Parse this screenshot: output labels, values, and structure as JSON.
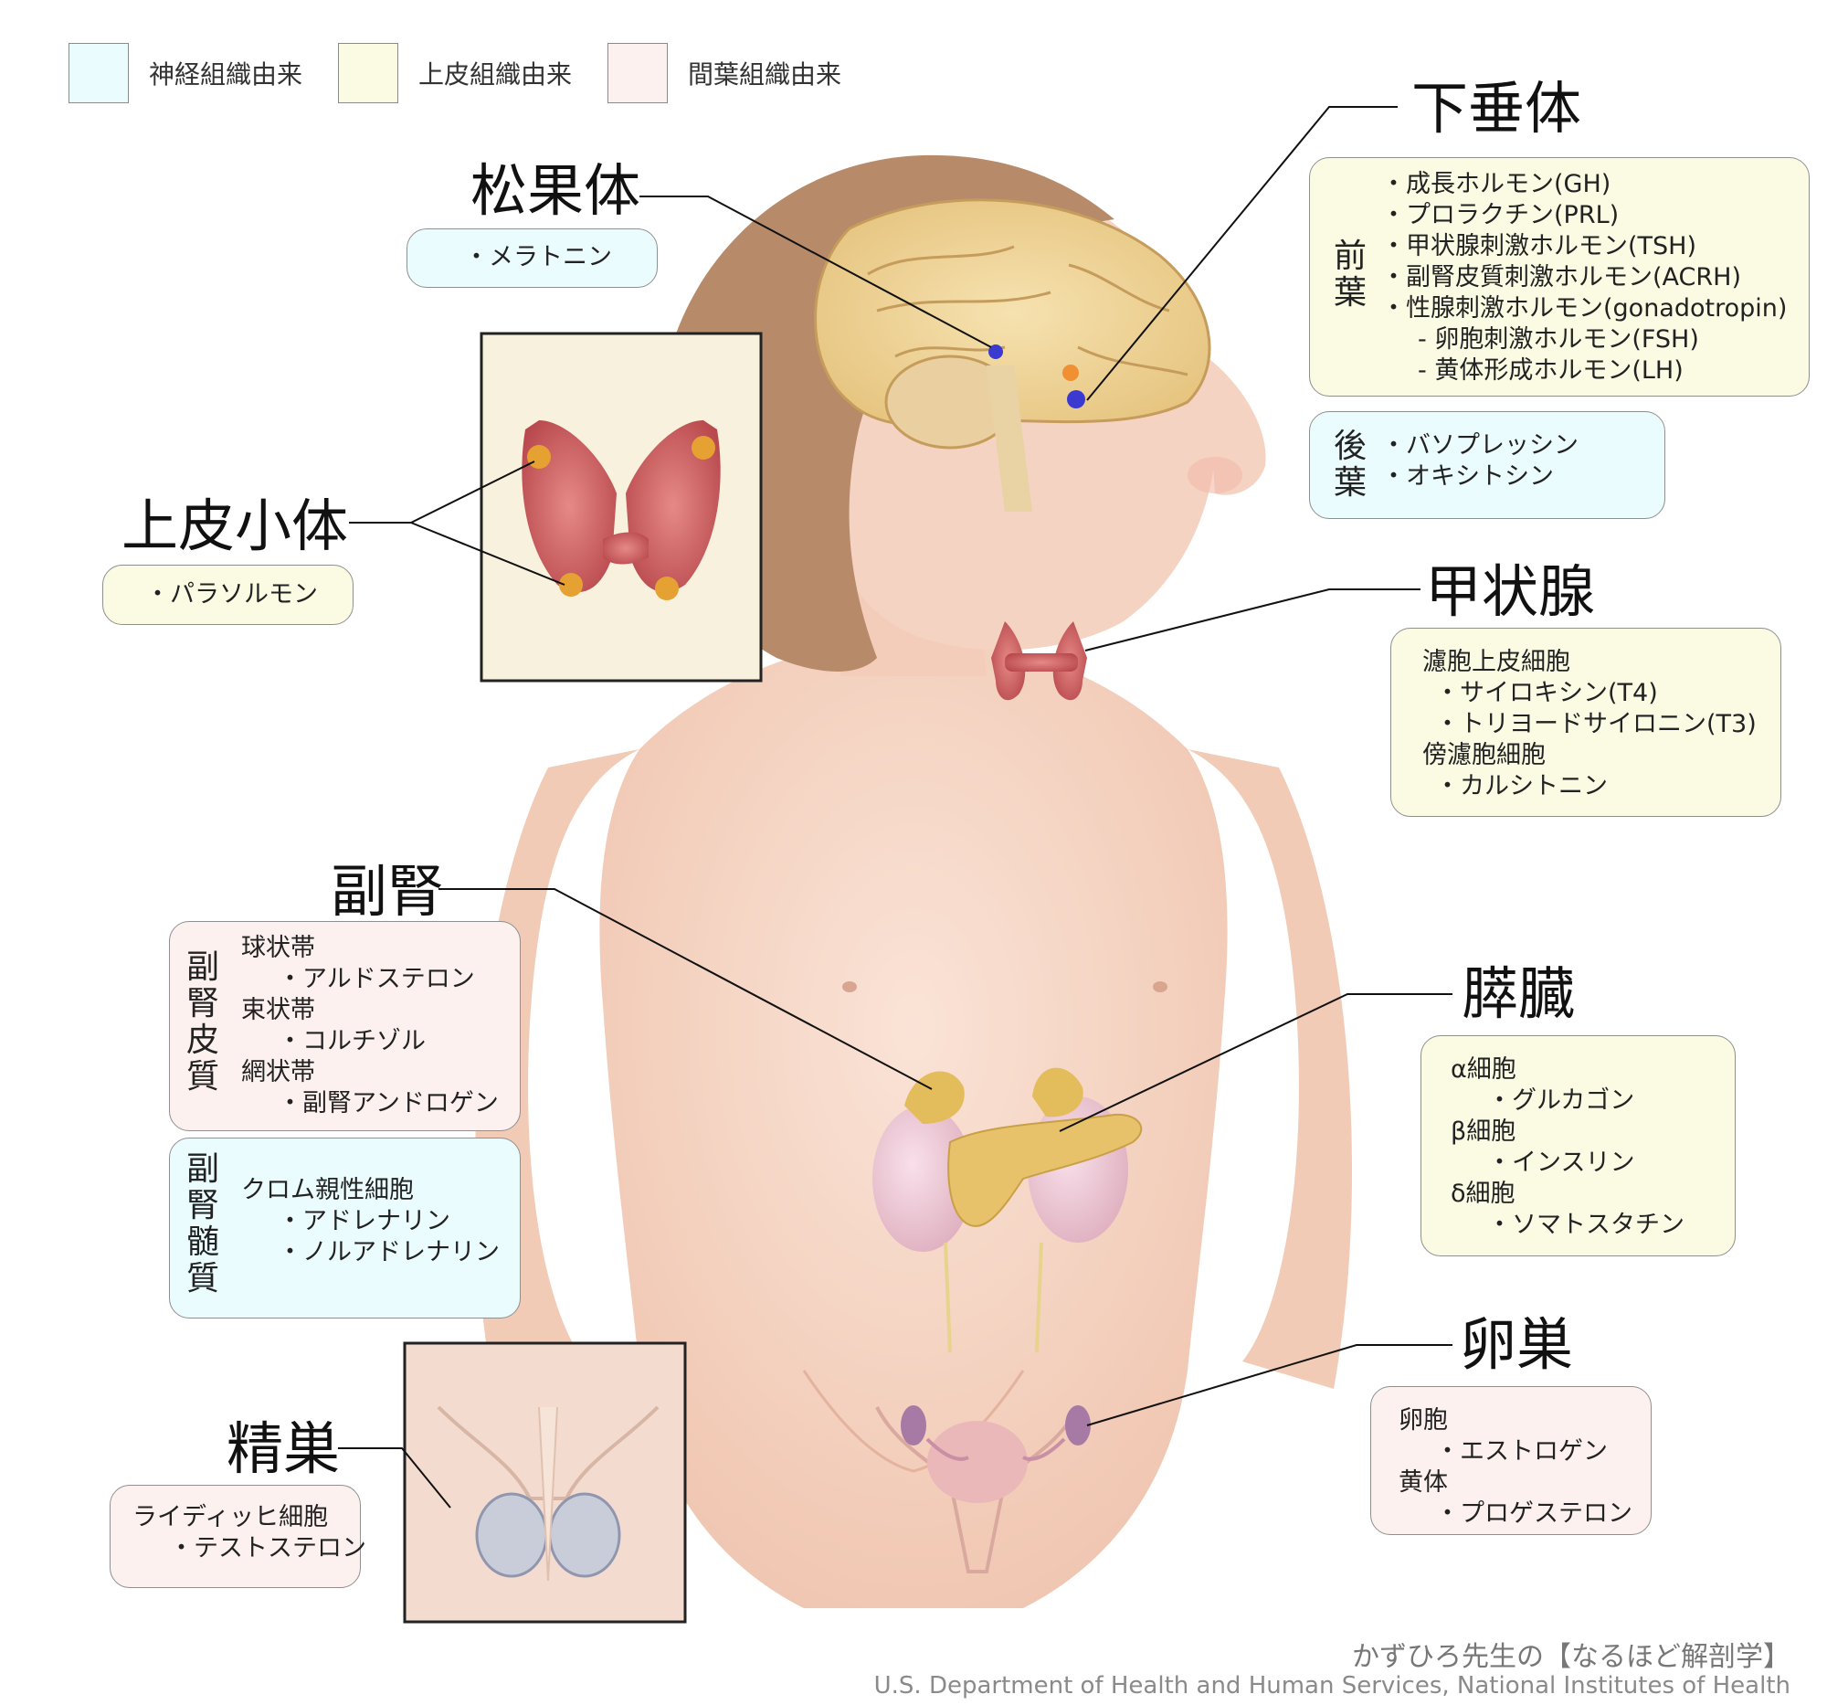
{
  "colors": {
    "neural": "#eafcfd",
    "epithelial": "#fbfbe4",
    "mesenchymal": "#fdf1ef",
    "skin": "#f6d7c6",
    "hair": "#b78a6a"
  },
  "legend": [
    {
      "label": "神経組織由来",
      "color": "#eafcfd"
    },
    {
      "label": "上皮組織由来",
      "color": "#fbfbe4"
    },
    {
      "label": "間葉組織由来",
      "color": "#fdf1ef"
    }
  ],
  "organs": {
    "pineal": {
      "title": "松果体",
      "hormones": [
        "・メラトニン"
      ]
    },
    "parathyroid": {
      "title": "上皮小体",
      "hormones": [
        "・パラソルモン"
      ]
    },
    "pituitary": {
      "title": "下垂体",
      "anterior_label": [
        "前",
        "葉"
      ],
      "anterior": [
        "・成長ホルモン(GH)",
        "・プロラクチン(PRL)",
        "・甲状腺刺激ホルモン(TSH)",
        "・副腎皮質刺激ホルモン(ACRH)",
        "・性腺刺激ホルモン(gonadotropin)",
        "- 卵胞刺激ホルモン(FSH)",
        "- 黄体形成ホルモン(LH)"
      ],
      "posterior_label": [
        "後",
        "葉"
      ],
      "posterior": [
        "・バソプレッシン",
        "・オキシトシン"
      ]
    },
    "thyroid": {
      "title": "甲状腺",
      "lines": [
        "濾胞上皮細胞",
        "・サイロキシン(T4)",
        "・トリヨードサイロニン(T3)",
        "傍濾胞細胞",
        "・カルシトニン"
      ]
    },
    "adrenal": {
      "title": "副腎",
      "cortex_label": [
        "副",
        "腎",
        "皮",
        "質"
      ],
      "cortex": [
        "球状帯",
        "・アルドステロン",
        "束状帯",
        "・コルチゾル",
        "網状帯",
        "・副腎アンドロゲン"
      ],
      "medulla_label": [
        "副",
        "腎",
        "髄",
        "質"
      ],
      "medulla": [
        "クロム親性細胞",
        "・アドレナリン",
        "・ノルアドレナリン"
      ]
    },
    "pancreas": {
      "title": "膵臓",
      "lines": [
        "α細胞",
        "・グルカゴン",
        "β細胞",
        "・インスリン",
        "δ細胞",
        "・ソマトスタチン"
      ]
    },
    "ovary": {
      "title": "卵巣",
      "lines": [
        "卵胞",
        "・エストロゲン",
        "黄体",
        "・プロゲステロン"
      ]
    },
    "testis": {
      "title": "精巣",
      "lines": [
        "ライディッヒ細胞",
        "・テストステロン"
      ]
    }
  },
  "credits": {
    "author": "かずひろ先生の【なるほど解剖学】",
    "source": "U.S. Department of Health and Human Services, National Institutes of Health"
  }
}
